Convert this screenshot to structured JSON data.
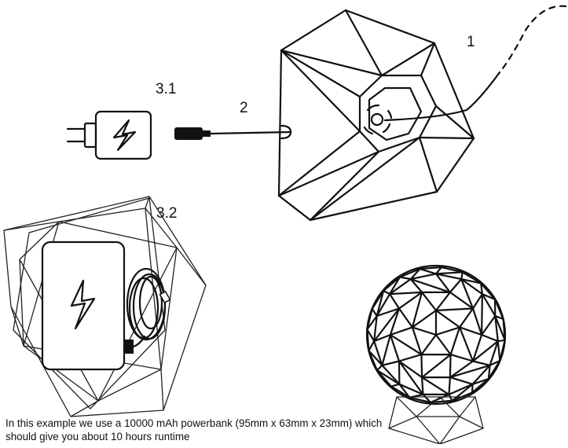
{
  "labels": {
    "cable_usb": "1",
    "cable_power": "2",
    "option_charger": "3.1",
    "option_powerbank": "3.2"
  },
  "caption": "In this example we use a 10000 mAh powerbank (95mm x 63mm x 23mm) which should give you about 10 hours runtime",
  "colors": {
    "stroke": "#111111",
    "background": "#ffffff"
  },
  "icons": [
    "wall-charger-icon",
    "lightning-bolt-icon",
    "usb-plug-icon",
    "powerbank-icon",
    "cable-coil-icon"
  ]
}
